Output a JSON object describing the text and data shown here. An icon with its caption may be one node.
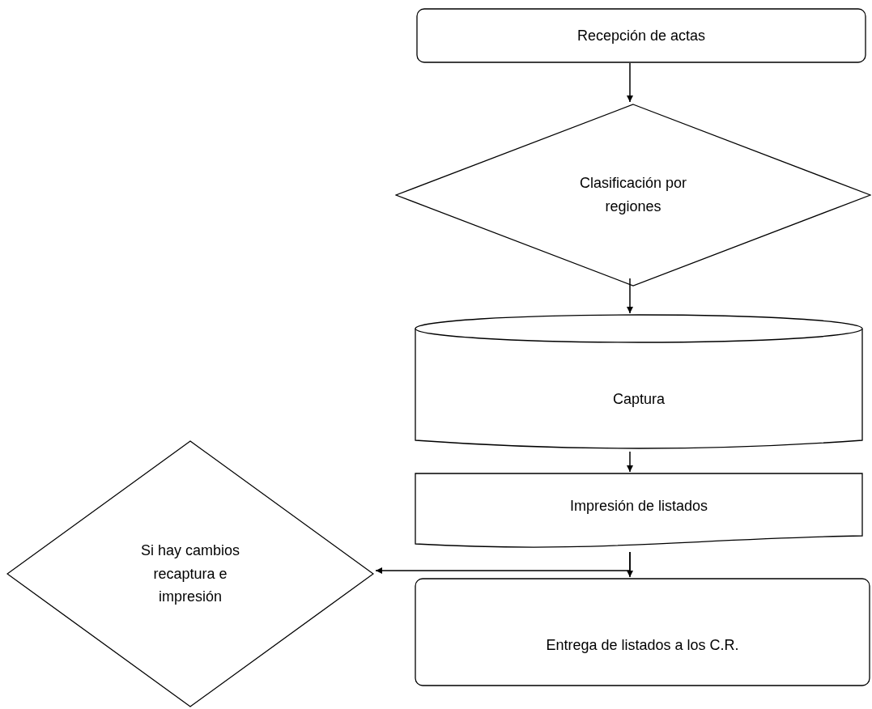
{
  "diagram": {
    "nodes": [
      {
        "text": [
          "Recepción de actas"
        ]
      },
      {
        "text": [
          "Clasificación por regiones"
        ]
      },
      {
        "text": [
          "Captura"
        ]
      },
      {
        "text": [
          "Impresión de listados"
        ]
      },
      {
        "text": [
          "Si hay cambios recaptura e impresión"
        ]
      },
      {
        "text": [
          "Entrega de listados a los C.R."
        ]
      }
    ],
    "edges": [
      {
        "from": 0,
        "to": 1,
        "arrow": "to"
      },
      {
        "from": 1,
        "to": 2,
        "arrow": "to"
      },
      {
        "from": 2,
        "to": 3,
        "arrow": "to"
      },
      {
        "from": 3,
        "to": 4,
        "arrow": "to"
      },
      {
        "from": 3,
        "to": 5,
        "arrow": "to"
      }
    ]
  }
}
